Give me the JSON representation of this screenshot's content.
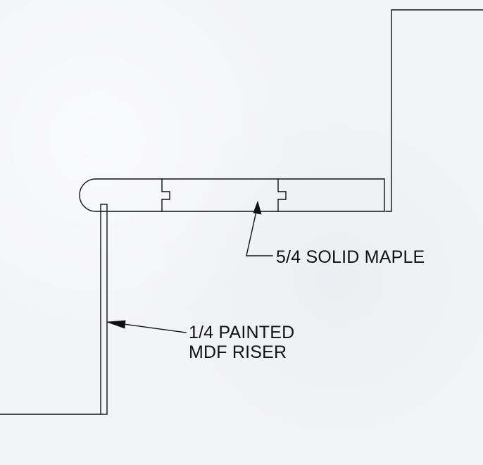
{
  "labels": {
    "tread": "5/4 SOLID MAPLE",
    "riser_line1": "1/4 PAINTED",
    "riser_line2": "MDF RISER"
  },
  "colors": {
    "line": "#111111",
    "background": "#f3f4f7"
  }
}
